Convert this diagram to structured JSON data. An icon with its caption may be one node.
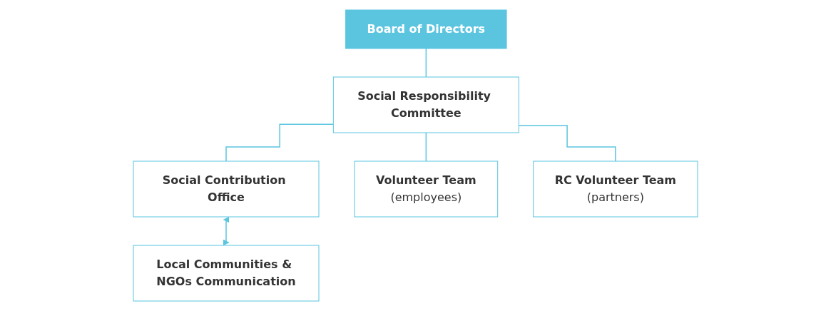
{
  "diagram": {
    "nodes": [
      {
        "text": [
          "Board of Directors"
        ]
      },
      {
        "text": [
          "Social Responsibility Committee"
        ]
      },
      {
        "text": [
          "Social Contribution Office"
        ]
      },
      {
        "text": [
          "Local Communities & NGOs Communication"
        ]
      },
      {
        "text": [
          "Volunteer Team",
          "(employees)"
        ]
      },
      {
        "text": [
          "RC Volunteer Team",
          "(partners)"
        ]
      }
    ],
    "edges": [
      {
        "from": 0,
        "to": 1,
        "arrow": "none"
      },
      {
        "from": 1,
        "to": 2,
        "arrow": "none"
      },
      {
        "from": 2,
        "to": 3,
        "arrow": "both"
      },
      {
        "from": 1,
        "to": 4,
        "arrow": "none"
      },
      {
        "from": 1,
        "to": 5,
        "arrow": "none"
      }
    ]
  }
}
